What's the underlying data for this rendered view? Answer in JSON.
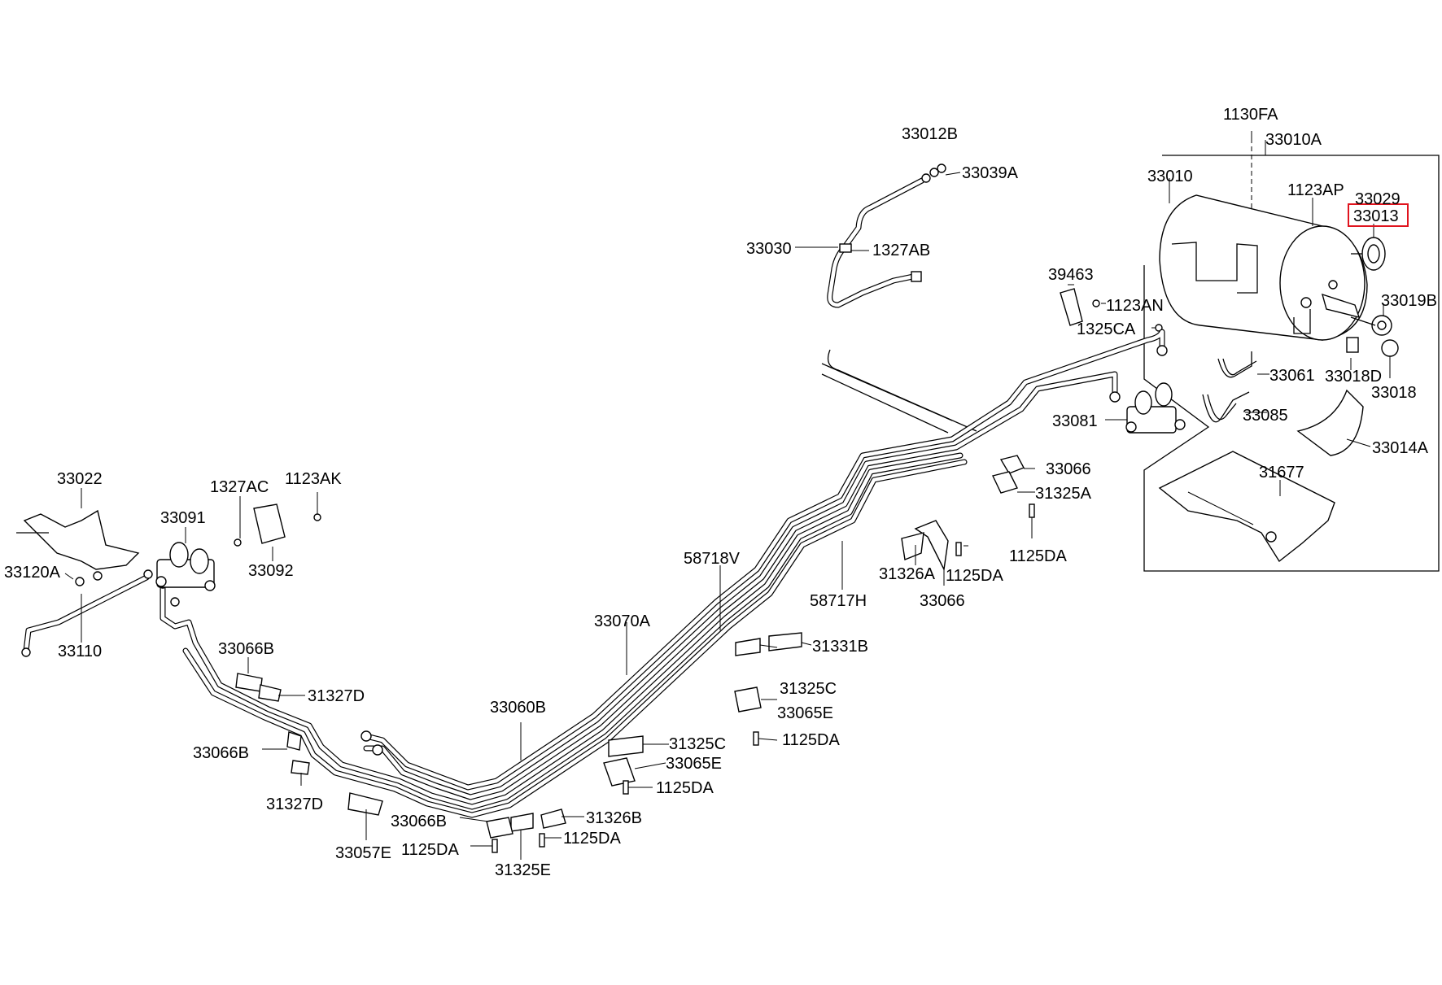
{
  "labels": {
    "l1130FA": "1130FA",
    "l33010A": "33010A",
    "l33010": "33010",
    "l1123AP": "1123AP",
    "l33029": "33029",
    "l33013": "33013",
    "l33019B": "33019B",
    "l33018D": "33018D",
    "l33018": "33018",
    "l33061": "33061",
    "l33085": "33085",
    "l33014A": "33014A",
    "l31677": "31677",
    "l33012B": "33012B",
    "l33039A": "33039A",
    "l33030": "33030",
    "l1327AB": "1327AB",
    "l39463": "39463",
    "l1123AN": "1123AN",
    "l1325CA": "1325CA",
    "l33081": "33081",
    "l33066_a": "33066",
    "l31325A": "31325A",
    "l1125DA_a": "1125DA",
    "l31326A": "31326A",
    "l1125DA_b": "1125DA",
    "l33066_b": "33066",
    "l58717H": "58717H",
    "l58718V": "58718V",
    "l31331B": "31331B",
    "l33070A": "33070A",
    "l31325C_a": "31325C",
    "l33065E_a": "33065E",
    "l1125DA_c": "1125DA",
    "l33060B": "33060B",
    "l31325C_b": "31325C",
    "l33065E_b": "33065E",
    "l1125DA_d": "1125DA",
    "l31326B": "31326B",
    "l1125DA_e": "1125DA",
    "l33066B_a": "33066B",
    "l1125DA_f": "1125DA",
    "l31325E": "31325E",
    "l33057E": "33057E",
    "l33066B_b": "33066B",
    "l31327D_a": "31327D",
    "l33066B_c": "33066B",
    "l31327D_b": "31327D",
    "l33110": "33110",
    "l33022": "33022",
    "l33120A": "33120A",
    "l33091": "33091",
    "l1327AC": "1327AC",
    "l1123AK": "1123AK",
    "l33092": "33092"
  },
  "highlight": {
    "part": "33013",
    "color": "#e0141e"
  }
}
